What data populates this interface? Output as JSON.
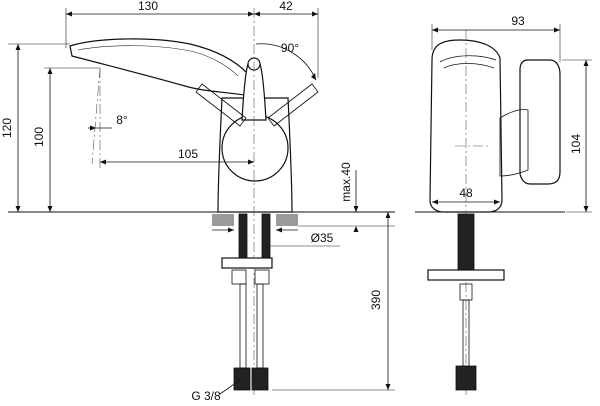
{
  "dimensions": {
    "length": "130",
    "offset": "42",
    "height_total": "120",
    "height_spout": "100",
    "angle_spout": "8°",
    "angle_lever": "90°",
    "reach": "105",
    "max_deck": "max.40",
    "hole_diameter": "Ø35",
    "hose_length": "390",
    "thread": "G 3/8",
    "side_depth": "93",
    "side_height": "104",
    "side_base": "48"
  }
}
